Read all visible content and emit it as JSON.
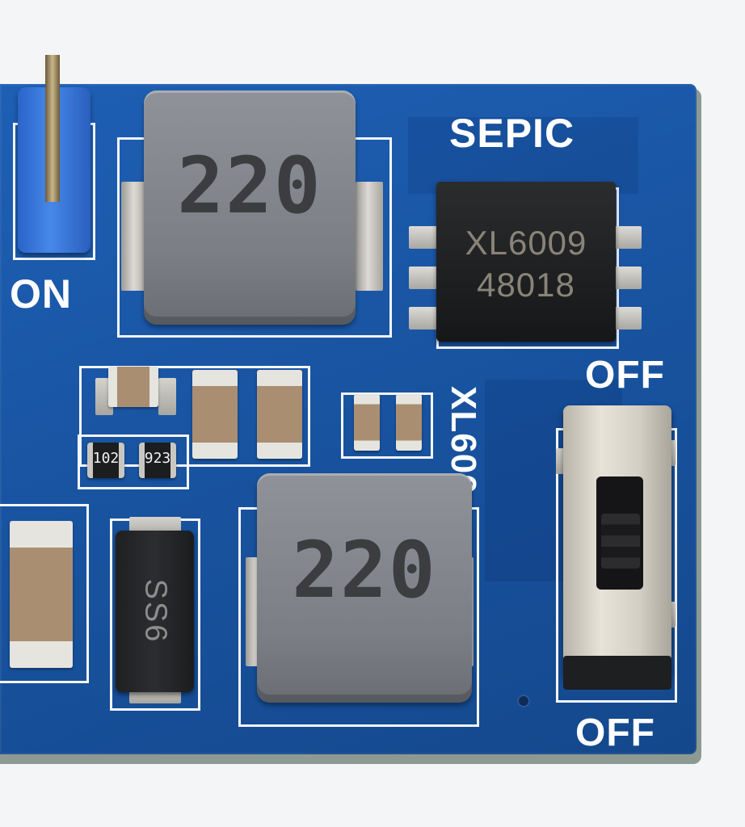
{
  "board": {
    "title_label": "SEPIC",
    "jumper_label": "ON",
    "switch_top_label": "OFF",
    "switch_bottom_label": "OFF",
    "ic_partial_label": "XL600"
  },
  "components": {
    "inductor_top_marking": "220",
    "inductor_bottom_marking": "220",
    "ic_marking_line1": "XL6009",
    "ic_marking_line2": "48018",
    "resistor_left_marking": "102",
    "resistor_right_marking": "923",
    "diode_marking": "SS6"
  },
  "colors": {
    "pcb": "#1e5fb4",
    "silkscreen": "#ffffff",
    "inductor": "#7b7f85",
    "ic": "#1c1d1f"
  }
}
